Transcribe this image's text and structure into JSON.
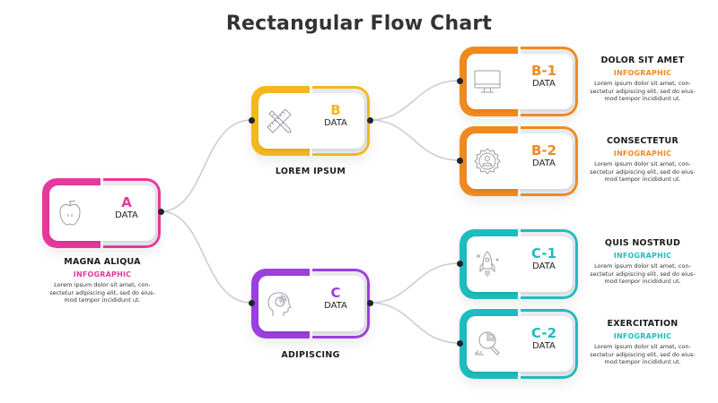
{
  "title": "Rectangular Flow Chart",
  "colors": {
    "a": "#e5399c",
    "b": "#f2b81e",
    "c": "#9b3fe0",
    "b_children": "#f08a1f",
    "c_children": "#1fbcbf",
    "connector": "#c8cbd2",
    "dot": "#1e2530"
  },
  "nodes": {
    "a": {
      "letter": "A",
      "data": "DATA",
      "icon": "apple-icon",
      "caption": "MAGNA ALIQUA"
    },
    "b": {
      "letter": "B",
      "data": "DATA",
      "icon": "pencil-ruler-icon",
      "caption": "LOREM IPSUM"
    },
    "c": {
      "letter": "C",
      "data": "DATA",
      "icon": "head-chart-icon",
      "caption": "ADIPISCING"
    },
    "b1": {
      "letter": "B-1",
      "data": "DATA",
      "icon": "monitor-icon"
    },
    "b2": {
      "letter": "B-2",
      "data": "DATA",
      "icon": "badge-user-icon"
    },
    "c1": {
      "letter": "C-1",
      "data": "DATA",
      "icon": "rocket-icon"
    },
    "c2": {
      "letter": "C-2",
      "data": "DATA",
      "icon": "analytics-search-icon"
    }
  },
  "descriptions": {
    "a": {
      "heading": "MAGNA ALIQUA",
      "sub": "INFOGRAPHIC",
      "line1": "Lorem ipsum dolor sit amet, con-",
      "line2": "sectetur adipiscing elit, sed do eius-",
      "line3": "mod tempor incididunt ut."
    },
    "b1": {
      "heading": "DOLOR SIT AMET",
      "sub": "INFOGRAPHIC",
      "line1": "Lorem ipsum dolor sit amet, con-",
      "line2": "sectetur adipiscing elit, sed do eius-",
      "line3": "mod tempor incididunt ut."
    },
    "b2": {
      "heading": "CONSECTETUR",
      "sub": "INFOGRAPHIC",
      "line1": "Lorem ipsum dolor sit amet, con-",
      "line2": "sectetur adipiscing elit, sed do eius-",
      "line3": "mod tempor incididunt ut."
    },
    "c1": {
      "heading": "QUIS NOSTRUD",
      "sub": "INFOGRAPHIC",
      "line1": "Lorem ipsum dolor sit amet, con-",
      "line2": "sectetur adipiscing elit, sed do eius-",
      "line3": "mod tempor incididunt ut."
    },
    "c2": {
      "heading": "EXERCITATION",
      "sub": "INFOGRAPHIC",
      "line1": "Lorem ipsum dolor sit amet, con-",
      "line2": "sectetur adipiscing elit, sed do eius-",
      "line3": "mod tempor incididunt ut."
    }
  }
}
